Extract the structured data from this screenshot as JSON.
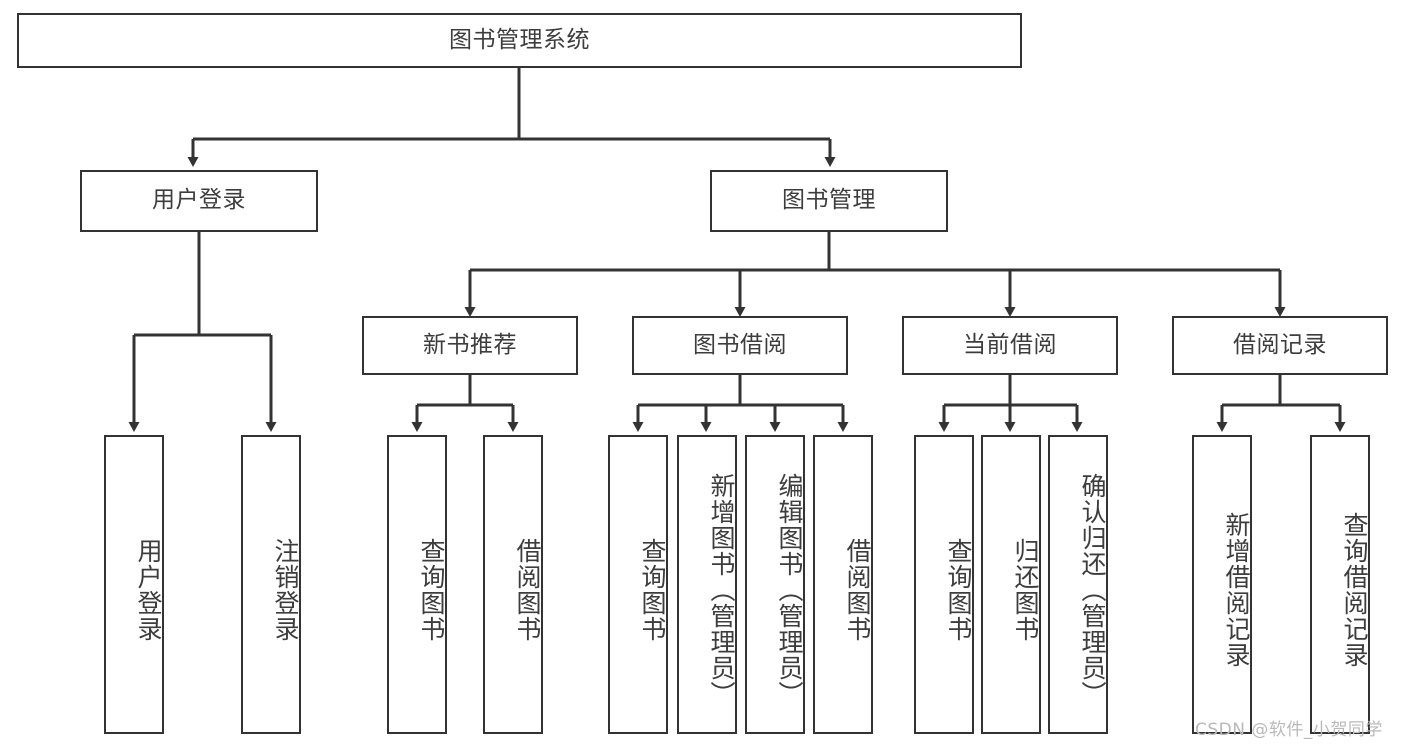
{
  "diagram": {
    "title": "图书管理系统",
    "watermark": "CSDN @软件_小贺同学",
    "line_color": "#333333",
    "text_color": "#3d3d3d",
    "background": "#ffffff",
    "nodes": {
      "root": {
        "label": "图书管理系统"
      },
      "l2": [
        {
          "id": "user-login",
          "label": "用户登录"
        },
        {
          "id": "book-manage",
          "label": "图书管理"
        }
      ],
      "l3": [
        {
          "id": "new-book-recommend",
          "label": "新书推荐"
        },
        {
          "id": "book-borrow",
          "label": "图书借阅"
        },
        {
          "id": "current-borrow",
          "label": "当前借阅"
        },
        {
          "id": "borrow-record",
          "label": "借阅记录"
        }
      ],
      "leaves": [
        {
          "id": "leaf-user-login",
          "label": "用户登录",
          "parent": "user-login"
        },
        {
          "id": "leaf-logout-login",
          "label": "注销登录",
          "parent": "user-login"
        },
        {
          "id": "leaf-query-book-1",
          "label": "查询图书",
          "parent": "new-book-recommend"
        },
        {
          "id": "leaf-borrow-book-1",
          "label": "借阅图书",
          "parent": "new-book-recommend"
        },
        {
          "id": "leaf-query-book-2",
          "label": "查询图书",
          "parent": "book-borrow"
        },
        {
          "id": "leaf-add-book",
          "label": "新增图书（管理员）",
          "parent": "book-borrow"
        },
        {
          "id": "leaf-edit-book",
          "label": "编辑图书（管理员）",
          "parent": "book-borrow"
        },
        {
          "id": "leaf-borrow-book-2",
          "label": "借阅图书",
          "parent": "book-borrow"
        },
        {
          "id": "leaf-query-book-3",
          "label": "查询图书",
          "parent": "current-borrow"
        },
        {
          "id": "leaf-return-book",
          "label": "归还图书",
          "parent": "current-borrow"
        },
        {
          "id": "leaf-confirm-return",
          "label": "确认归还（管理员）",
          "parent": "current-borrow"
        },
        {
          "id": "leaf-add-record",
          "label": "新增借阅记录",
          "parent": "borrow-record"
        },
        {
          "id": "leaf-query-record",
          "label": "查询借阅记录",
          "parent": "borrow-record"
        }
      ]
    }
  }
}
